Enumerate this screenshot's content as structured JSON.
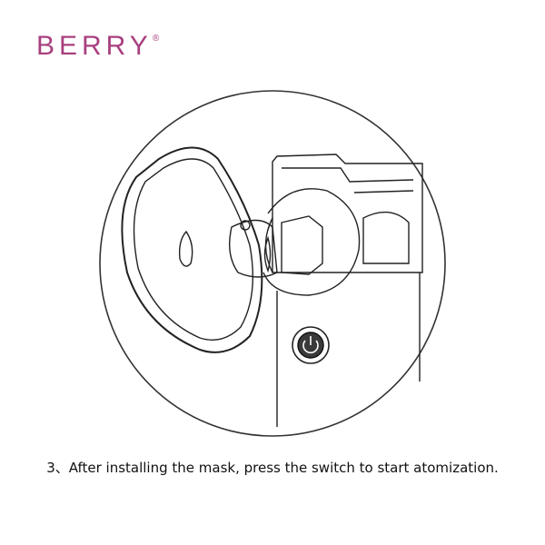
{
  "brand": {
    "name": "BERRY",
    "mark": "®",
    "color": "#a8407f"
  },
  "illustration": {
    "subject": "nebulizer-with-mask",
    "icon": "power-icon"
  },
  "caption": {
    "step": "3、",
    "text": "After installing the mask, press the switch to start atomization."
  }
}
